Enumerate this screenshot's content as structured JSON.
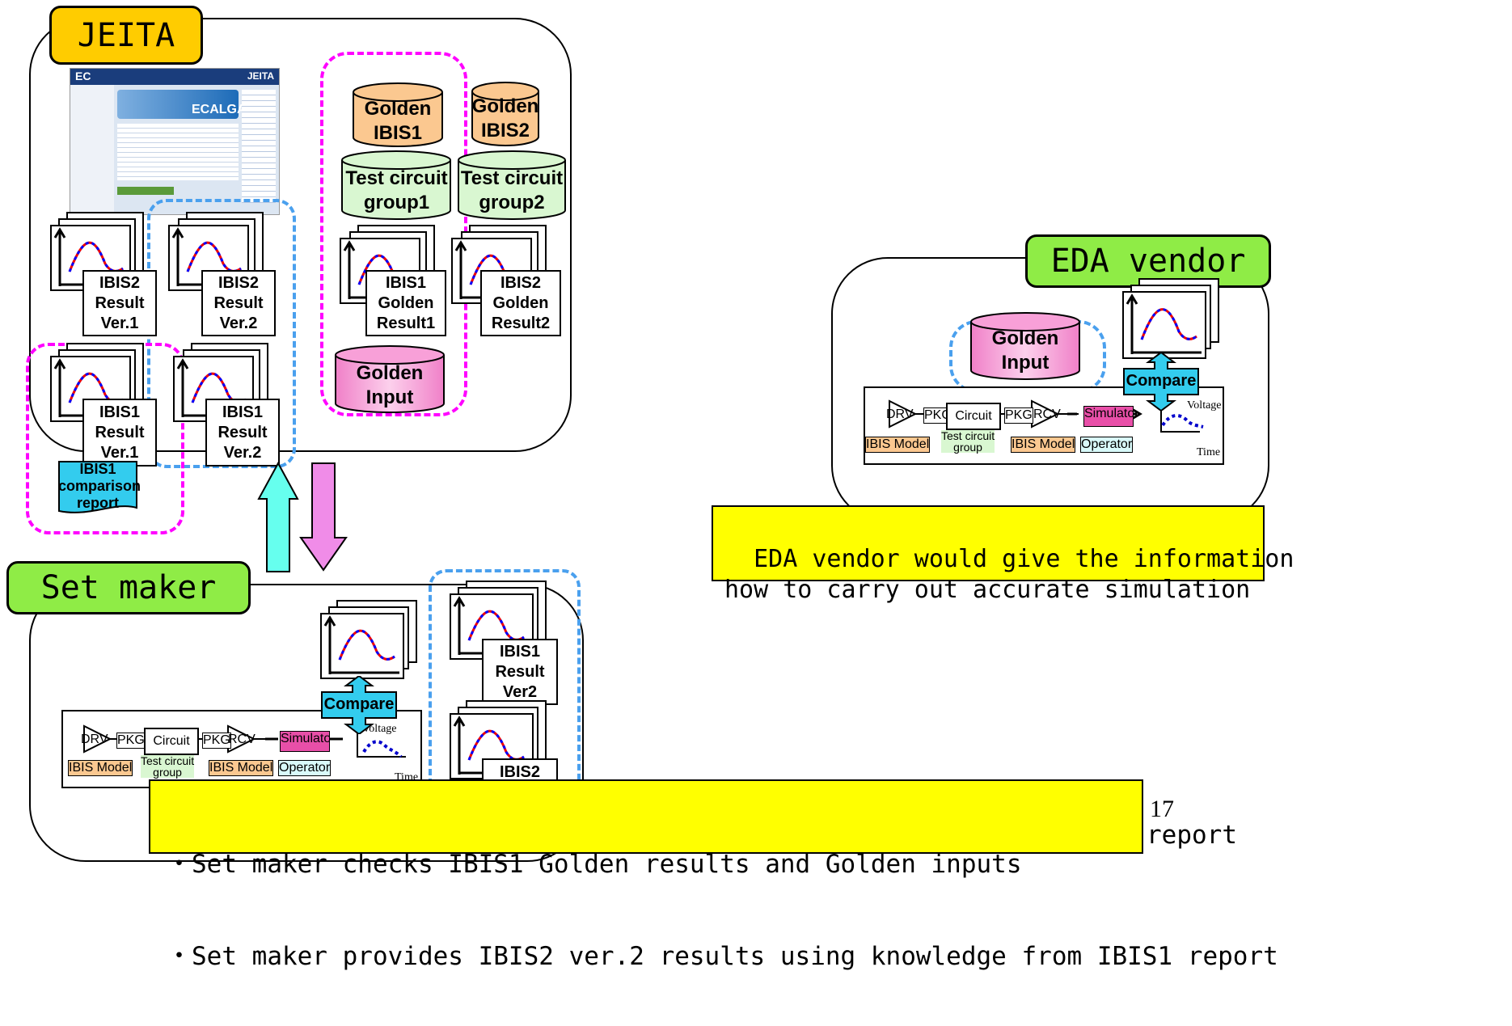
{
  "jeita": {
    "tag": "JEITA",
    "screenshot": {
      "logo": "ECALGA",
      "header_right": "JEITA"
    },
    "results": [
      "IBIS2\nResult\nVer.1",
      "IBIS2\nResult\nVer.2",
      "IBIS1\nResult\nVer.1",
      "IBIS1\nResult\nVer.2"
    ],
    "report": "IBIS1\ncomparison\nreport",
    "golden_results": [
      "IBIS1\nGolden\nResult1",
      "IBIS2\nGolden\nResult2"
    ],
    "cylinders": {
      "golden_ibis1": "Golden\nIBIS1",
      "golden_ibis2": "Golden\nIBIS2",
      "test_group1": "Test circuit\ngroup1",
      "test_group2": "Test circuit\ngroup2",
      "golden_input": "Golden\nInput"
    }
  },
  "eda": {
    "tag": "EDA vendor",
    "golden_input": "Golden\nInput",
    "compare": "Compare",
    "note": "EDA vendor would give the information\nhow to carry out accurate simulation"
  },
  "setmaker": {
    "tag": "Set maker",
    "compare": "Compare",
    "results": [
      "IBIS1\nResult\nVer2",
      "IBIS2"
    ],
    "bullets": [
      "・Set maker checks IBIS1 Golden results and Golden inputs",
      "・Set maker provides IBIS2 ver.2 results using knowledge from IBIS1 report"
    ]
  },
  "sim": {
    "drv": "DRV",
    "pkg": "PKG",
    "circuit": "Circuit",
    "rcv": "RCV",
    "simulator": "Simulator",
    "ibis_model": "IBIS Model",
    "test_circuit_group": "Test circuit\ngroup",
    "operator": "Operator",
    "voltage": "Voltage",
    "time": "Time"
  },
  "page_number": "17",
  "colors": {
    "magenta": "#ff00ff",
    "blue_dash": "#4aa0ee",
    "orange": "#fbc890",
    "green_tag": "#8fec46",
    "yellow_tag": "#ffcc00",
    "pink": "#f8a0d8",
    "light_green": "#d9f7d1",
    "cyan": "#33ccee"
  }
}
